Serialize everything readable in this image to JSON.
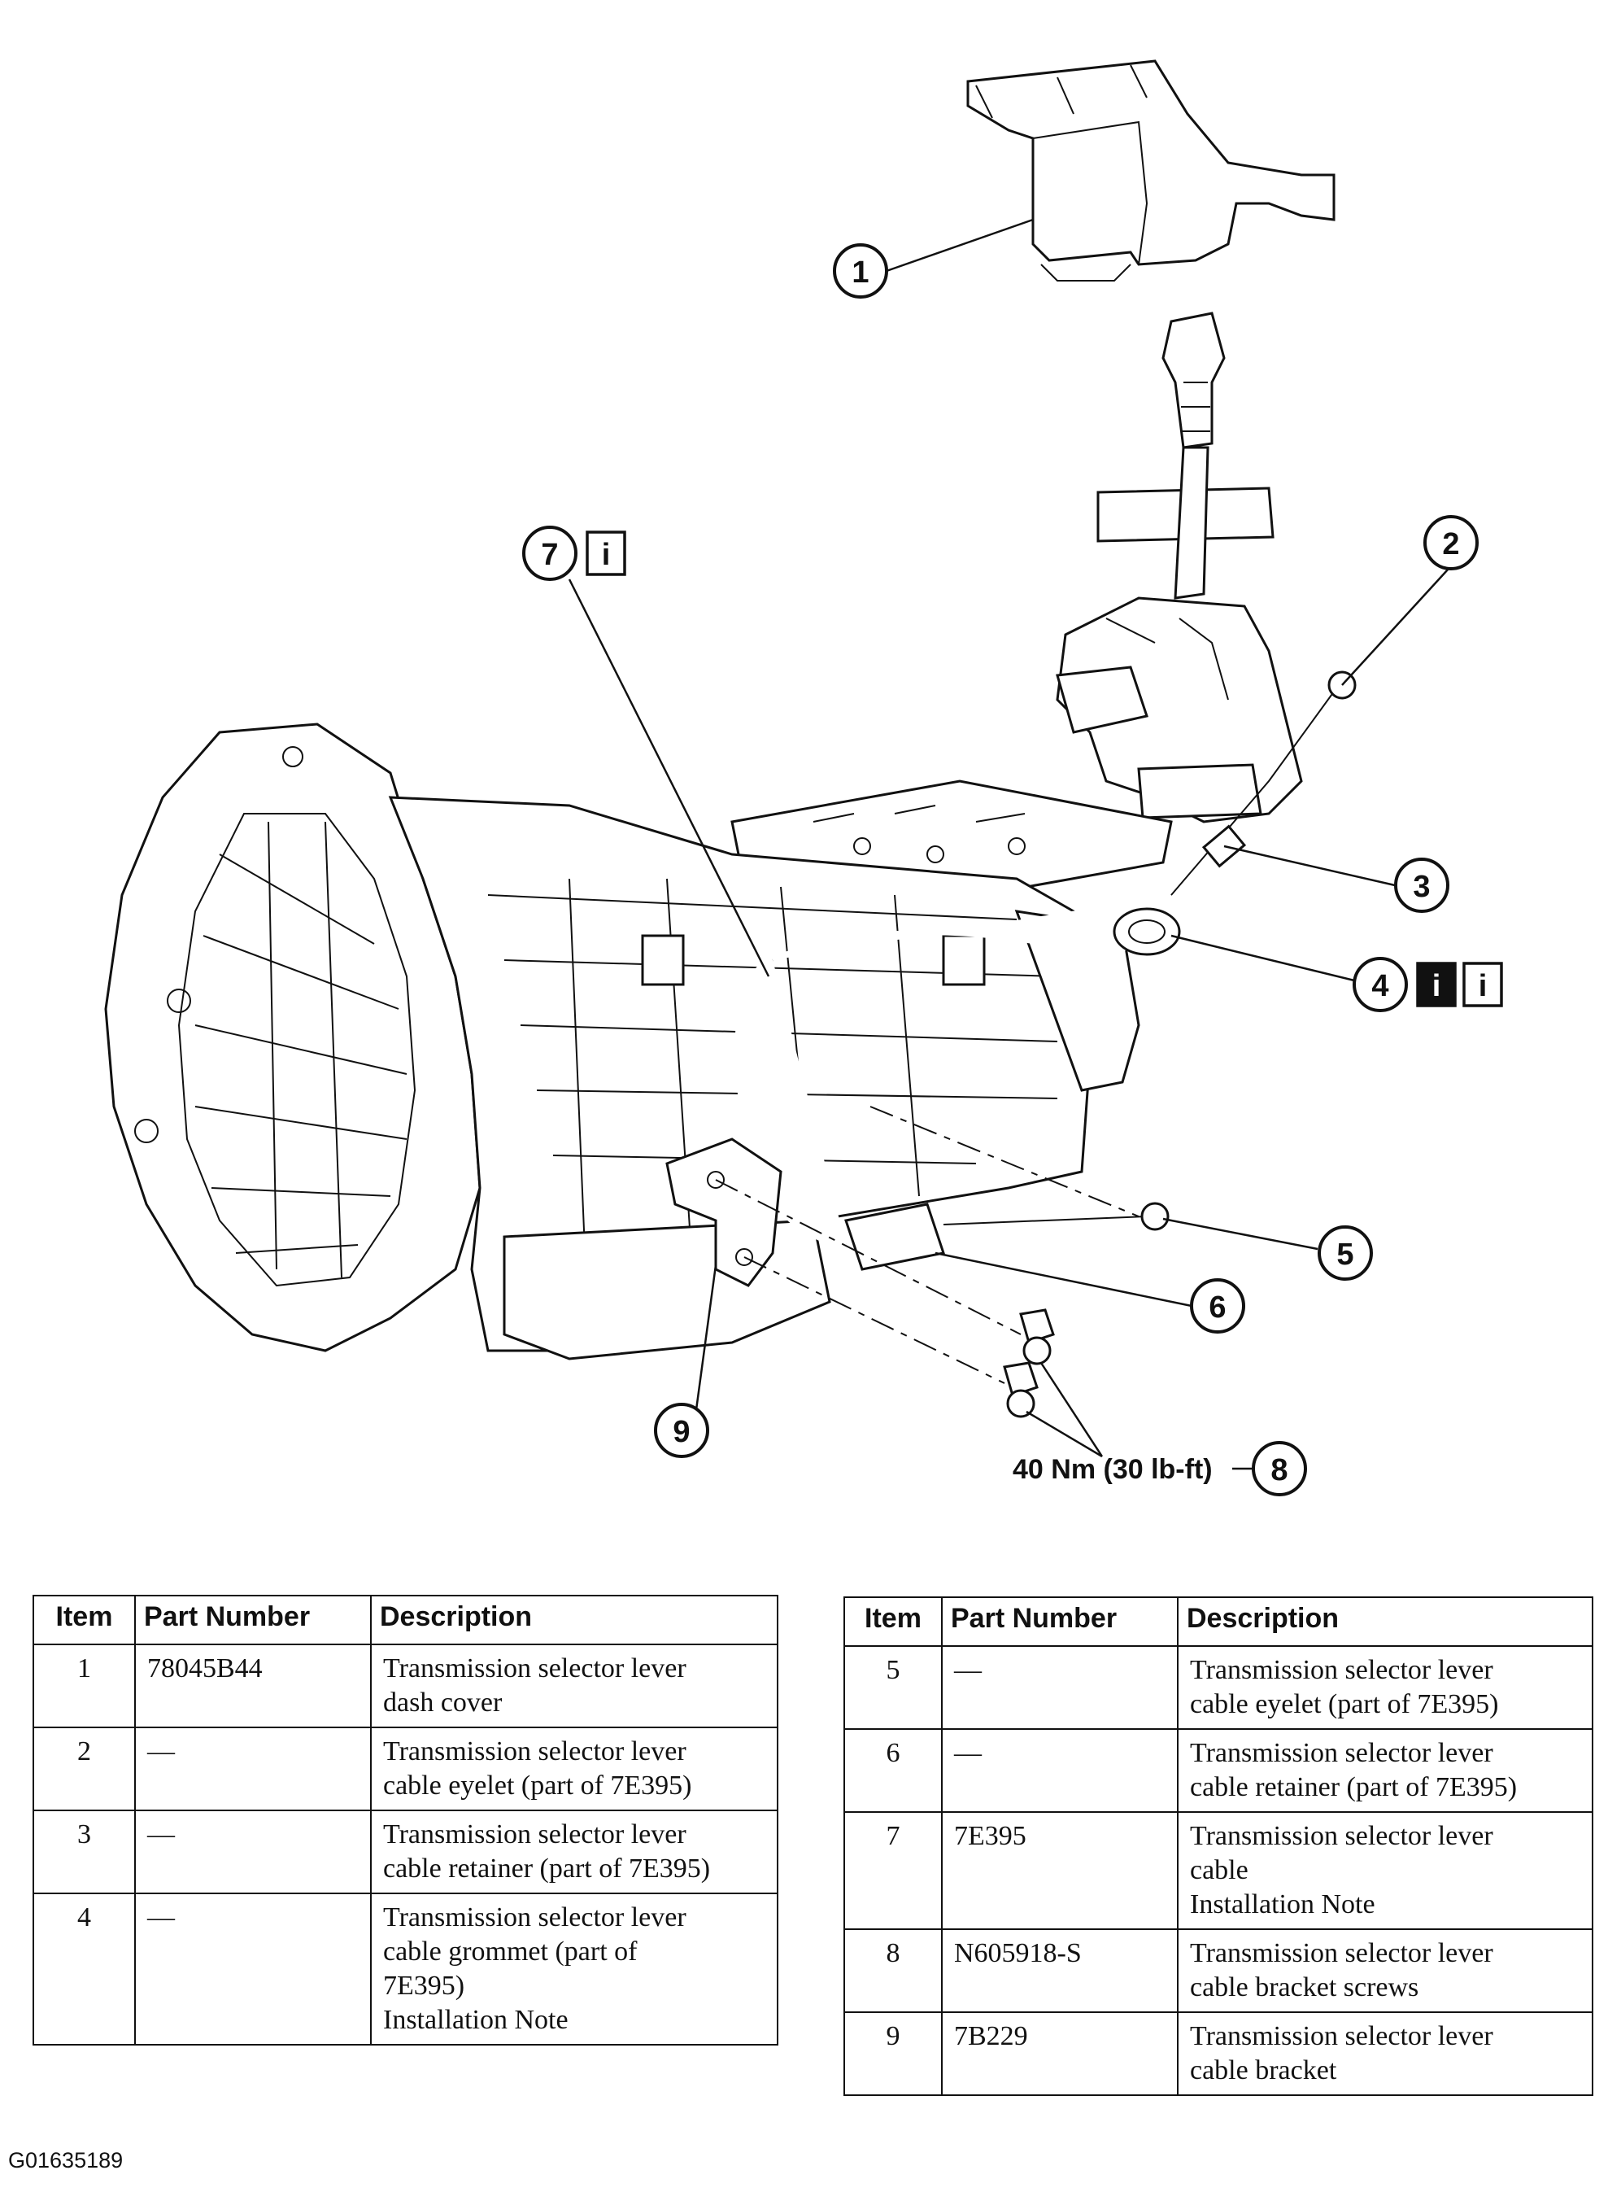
{
  "callouts": {
    "c1": "1",
    "c2": "2",
    "c3": "3",
    "c4": "4",
    "c5": "5",
    "c6": "6",
    "c7": "7",
    "c8": "8",
    "c9": "9",
    "info_glyph": "i"
  },
  "torque_label": "40 Nm (30 lb-ft)",
  "left_table": {
    "headers": {
      "item": "Item",
      "part_number": "Part Number",
      "description": "Description"
    },
    "rows": [
      {
        "item": "1",
        "part_number": "78045B44",
        "description": [
          "Transmission selector lever",
          "dash cover"
        ]
      },
      {
        "item": "2",
        "part_number": "—",
        "description": [
          "Transmission selector lever",
          "cable eyelet (part of 7E395)"
        ]
      },
      {
        "item": "3",
        "part_number": "—",
        "description": [
          "Transmission selector lever",
          "cable retainer (part of 7E395)"
        ]
      },
      {
        "item": "4",
        "part_number": "—",
        "description": [
          "Transmission selector lever",
          "cable grommet (part of",
          "7E395)",
          "Installation Note"
        ]
      }
    ]
  },
  "right_table": {
    "headers": {
      "item": "Item",
      "part_number": "Part Number",
      "description": "Description"
    },
    "rows": [
      {
        "item": "5",
        "part_number": "—",
        "description": [
          "Transmission selector lever",
          "cable eyelet (part of 7E395)"
        ]
      },
      {
        "item": "6",
        "part_number": "—",
        "description": [
          "Transmission selector lever",
          "cable retainer (part of 7E395)"
        ]
      },
      {
        "item": "7",
        "part_number": "7E395",
        "description": [
          "Transmission selector lever",
          "cable",
          "Installation Note"
        ]
      },
      {
        "item": "8",
        "part_number": "N605918-S",
        "description": [
          "Transmission selector lever",
          "cable bracket screws"
        ]
      },
      {
        "item": "9",
        "part_number": "7B229",
        "description": [
          "Transmission selector lever",
          "cable bracket"
        ]
      }
    ]
  },
  "figure_id": "G01635189"
}
